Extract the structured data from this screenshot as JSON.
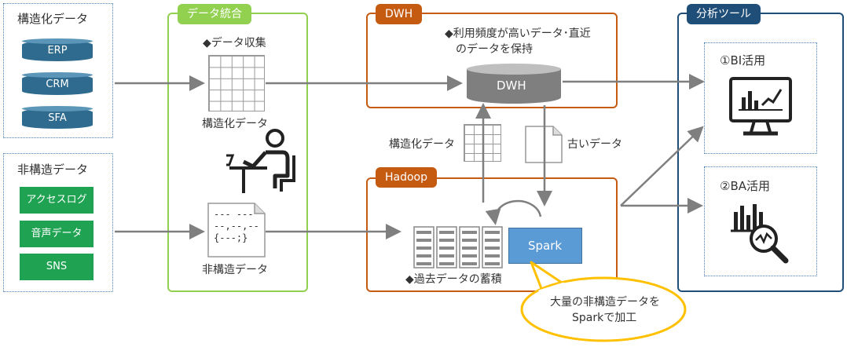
{
  "sources": {
    "structured_title": "構造化データ",
    "structured_items": [
      "ERP",
      "CRM",
      "SFA"
    ],
    "unstructured_title": "非構造データ",
    "unstructured_items": [
      "アクセスログ",
      "音声データ",
      "SNS"
    ]
  },
  "integration": {
    "tag": "データ統合",
    "collect_label": "◆データ収集",
    "structured_label": "構造化データ",
    "unstructured_label": "非構造データ",
    "doc_text": [
      "--- ---",
      "--,--,--",
      "{---;}"
    ]
  },
  "dwh": {
    "tag": "DWH",
    "note_line1": "◆利用頻度が高いデータ･直近",
    "note_line2": "のデータを保持",
    "cylinder_label": "DWH"
  },
  "middle": {
    "structured_label": "構造化データ",
    "old_label": "古いデータ"
  },
  "hadoop": {
    "tag": "Hadoop",
    "spark_label": "Spark",
    "accumulate_label": "◆過去データの蓄積"
  },
  "callout": {
    "line1": "大量の非構造データを",
    "line2": "Sparkで加工"
  },
  "tools": {
    "tag": "分析ツール",
    "bi_label": "①BI活用",
    "ba_label": "②BA活用"
  },
  "colors": {
    "integration_border": "#92d050",
    "dwh_border": "#c55a11",
    "tools_border": "#1f4e79",
    "db_blue": "#2e6b8f",
    "green_button": "#1fa352",
    "spark_blue": "#5b9bd5",
    "callout_border": "#ffc000"
  }
}
